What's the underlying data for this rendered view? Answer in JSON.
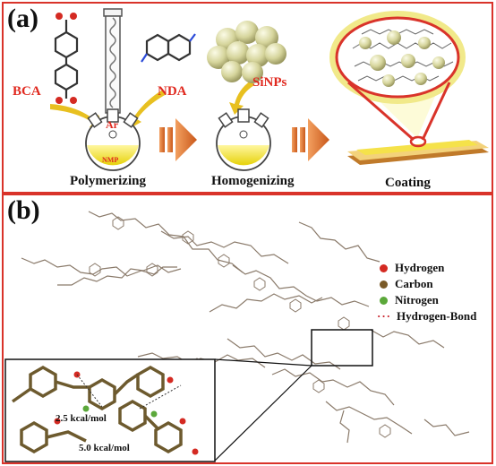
{
  "panel_a": {
    "tag": "(a)",
    "reagents": {
      "bca": "BCA",
      "nda": "NDA",
      "sinps": "SiNPs",
      "ar": "Ar",
      "nmp": "NMP"
    },
    "steps": [
      "Polymerizing",
      "Homogenizing",
      "Coating"
    ]
  },
  "panel_b": {
    "tag": "(b)",
    "legend": [
      {
        "label": "Hydrogen",
        "color": "#d42a22",
        "marker": "dot"
      },
      {
        "label": "Carbon",
        "color": "#7a5a28",
        "marker": "dot"
      },
      {
        "label": "Nitrogen",
        "color": "#5ba83a",
        "marker": "dot"
      },
      {
        "label": "Hydrogen-Bond",
        "color": "#c8202a",
        "marker": "dashes"
      }
    ],
    "energies": [
      "2.5 kcal/mol",
      "5.0 kcal/mol"
    ]
  },
  "colors": {
    "border": "#d9332a",
    "arrow": "#d2691e",
    "solution": "#f2e41f",
    "sphere": "#d9d9a0"
  }
}
